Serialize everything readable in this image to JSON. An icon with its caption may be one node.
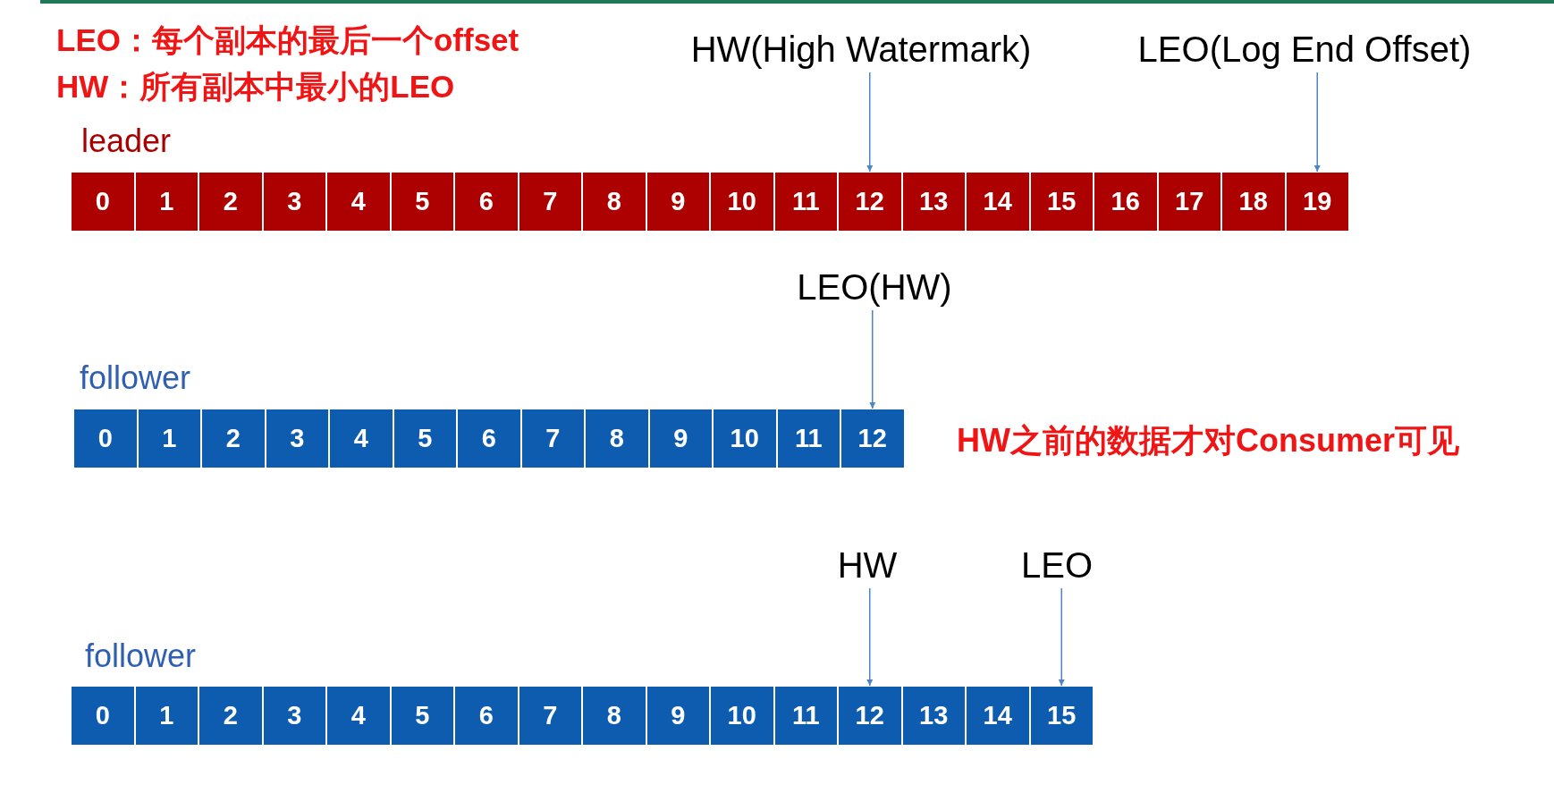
{
  "diagram": {
    "nodes": [
      {
        "text": [
          "HW(High Watermark)"
        ]
      },
      {
        "text": [
          "LEO(Log End Offset)"
        ]
      },
      {
        "text": [
          "0"
        ]
      },
      {
        "text": [
          "1"
        ]
      },
      {
        "text": [
          "2"
        ]
      },
      {
        "text": [
          "3"
        ]
      },
      {
        "text": [
          "4"
        ]
      },
      {
        "text": [
          "5"
        ]
      },
      {
        "text": [
          "6"
        ]
      },
      {
        "text": [
          "7"
        ]
      },
      {
        "text": [
          "8"
        ]
      },
      {
        "text": [
          "9"
        ]
      },
      {
        "text": [
          "10"
        ]
      },
      {
        "text": [
          "11"
        ]
      },
      {
        "text": [
          "12"
        ]
      },
      {
        "text": [
          "13"
        ]
      },
      {
        "text": [
          "14"
        ]
      },
      {
        "text": [
          "15"
        ]
      },
      {
        "text": [
          "16"
        ]
      },
      {
        "text": [
          "17"
        ]
      },
      {
        "text": [
          "18"
        ]
      },
      {
        "text": [
          "19"
        ]
      },
      {
        "text": [
          "LEO(HW)"
        ]
      },
      {
        "text": [
          "0"
        ]
      },
      {
        "text": [
          "1"
        ]
      },
      {
        "text": [
          "2"
        ]
      },
      {
        "text": [
          "3"
        ]
      },
      {
        "text": [
          "4"
        ]
      },
      {
        "text": [
          "5"
        ]
      },
      {
        "text": [
          "6"
        ]
      },
      {
        "text": [
          "7"
        ]
      },
      {
        "text": [
          "8"
        ]
      },
      {
        "text": [
          "9"
        ]
      },
      {
        "text": [
          "10"
        ]
      },
      {
        "text": [
          "11"
        ]
      },
      {
        "text": [
          "12"
        ]
      },
      {
        "text": [
          "HW"
        ]
      },
      {
        "text": [
          "LEO"
        ]
      },
      {
        "text": [
          "0"
        ]
      },
      {
        "text": [
          "1"
        ]
      },
      {
        "text": [
          "2"
        ]
      },
      {
        "text": [
          "3"
        ]
      },
      {
        "text": [
          "4"
        ]
      },
      {
        "text": [
          "5"
        ]
      },
      {
        "text": [
          "6"
        ]
      },
      {
        "text": [
          "7"
        ]
      },
      {
        "text": [
          "8"
        ]
      },
      {
        "text": [
          "9"
        ]
      },
      {
        "text": [
          "10"
        ]
      },
      {
        "text": [
          "11"
        ]
      },
      {
        "text": [
          "12"
        ]
      },
      {
        "text": [
          "13"
        ]
      },
      {
        "text": [
          "14"
        ]
      },
      {
        "text": [
          "15"
        ]
      }
    ],
    "edges": [
      {
        "from": 0,
        "to": 14,
        "arrow": "to"
      },
      {
        "from": 1,
        "to": 21,
        "arrow": "to"
      },
      {
        "from": 22,
        "to": 35,
        "arrow": "to"
      },
      {
        "from": 36,
        "to": 50,
        "arrow": "to"
      },
      {
        "from": 37,
        "to": 53,
        "arrow": "to"
      }
    ],
    "labels": [
      "LEO：每个副本的最后一个offset",
      "HW：所有副本中最小的LEO",
      "leader",
      "follower",
      "HW之前的数据才对Consumer可见",
      "follower"
    ]
  }
}
